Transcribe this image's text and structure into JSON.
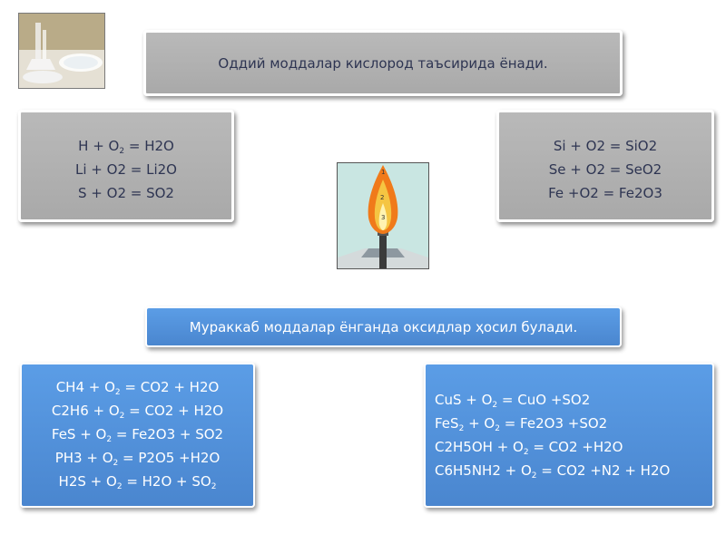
{
  "top_title": "Оддий моддалар кислород таъсирида ёнади.",
  "middle_title": "Мураккаб моддалар ёнганда оксидлар ҳосил булади.",
  "simple_left": [
    {
      "parts": [
        "H + O",
        "2",
        " = H2O"
      ]
    },
    {
      "parts": [
        "Li + O2 = Li2O"
      ]
    },
    {
      "parts": [
        "S + O2 = SO2"
      ]
    }
  ],
  "simple_right": [
    {
      "parts": [
        "Si + O2 = SiO2"
      ]
    },
    {
      "parts": [
        "Se + O2 = SeO2"
      ]
    },
    {
      "parts": [
        "Fe +O2 = Fe2O3"
      ]
    }
  ],
  "complex_left": [
    {
      "parts": [
        "CH4 + O",
        "2",
        " = CO2  + H2O"
      ]
    },
    {
      "parts": [
        "C2H6 + O",
        "2",
        " = CO2  + H2O"
      ]
    },
    {
      "parts": [
        "FeS  + O",
        "2",
        " = Fe2O3 + SO2"
      ]
    },
    {
      "parts": [
        "PH3 + O",
        "2",
        " = P2O5 +H2O"
      ]
    },
    {
      "parts": [
        "H2S + O",
        "2",
        " = H2O  + SO",
        "2",
        ""
      ]
    }
  ],
  "complex_right": [
    {
      "parts": [
        "CuS + O",
        "2",
        " = CuO +SO2"
      ]
    },
    {
      "parts": [
        "FeS",
        "2",
        " + O",
        "2",
        " = Fe2O3 +SO2"
      ]
    },
    {
      "parts": [
        "C2H5OH + O",
        "2",
        " = CO2 +H2O"
      ]
    },
    {
      "parts": [
        "C6H5NH2 + O",
        "2",
        " = CO2 +N2 + H2O"
      ]
    }
  ],
  "flame_numbers": [
    "1",
    "2",
    "3"
  ]
}
